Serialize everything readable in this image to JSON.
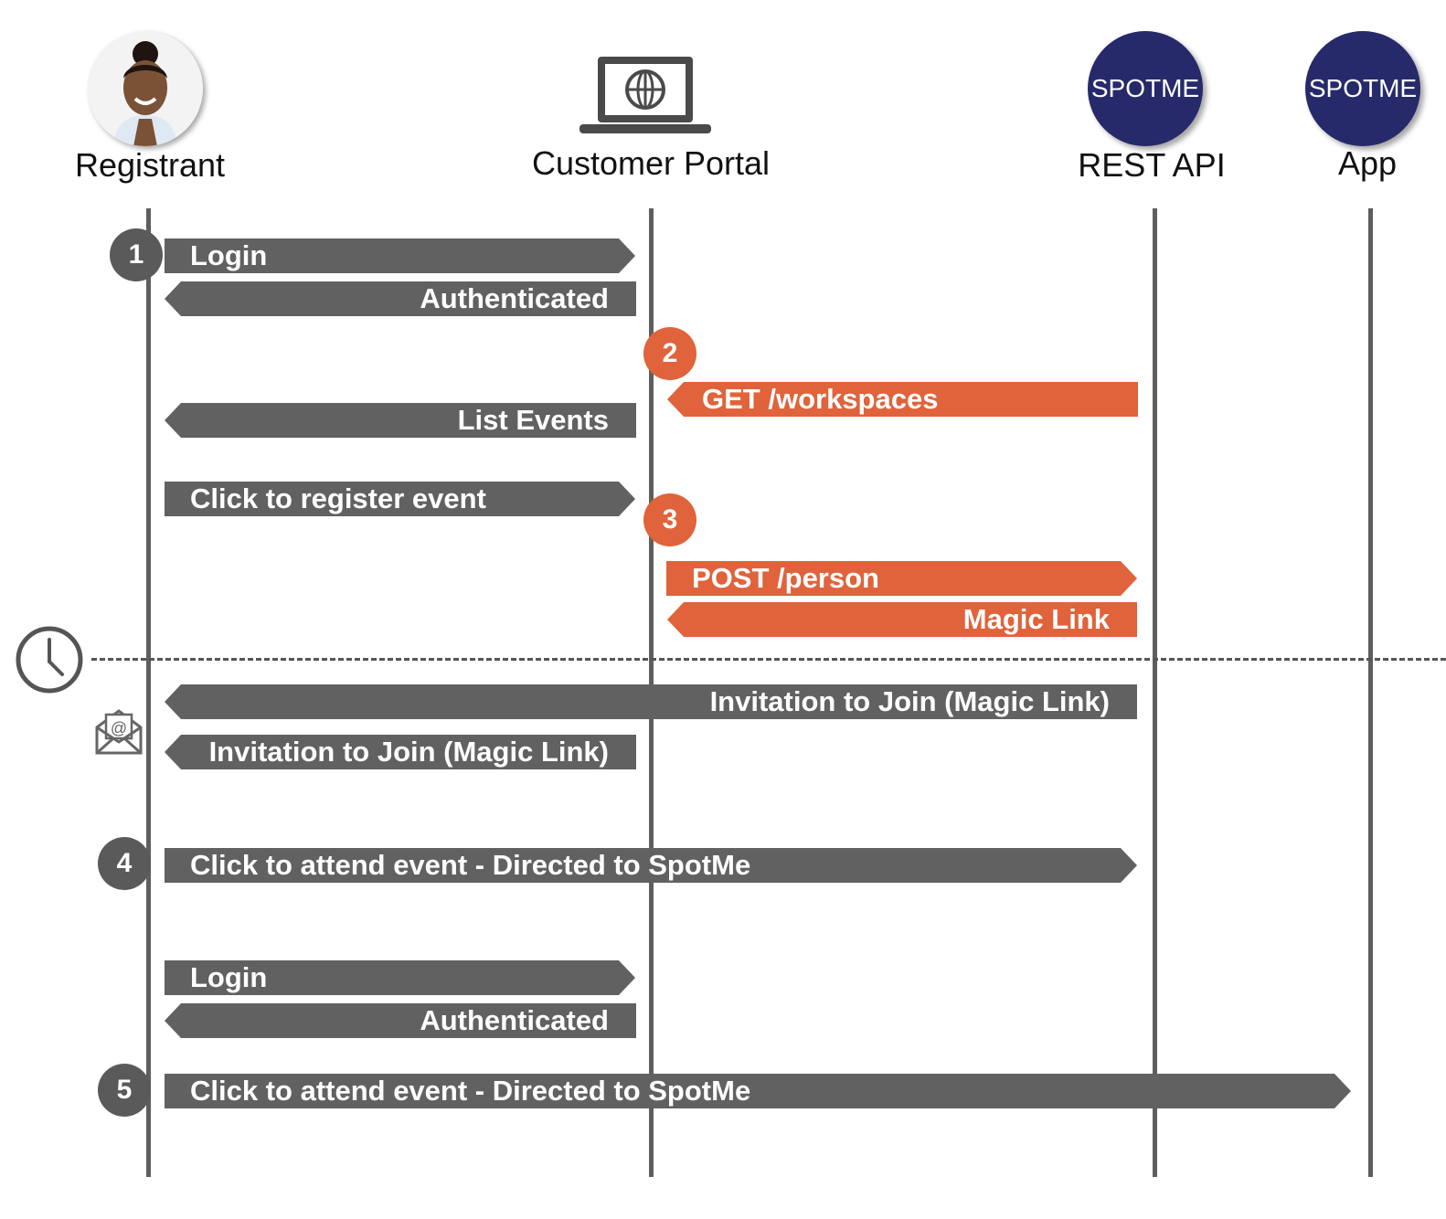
{
  "actors": {
    "registrant": "Registrant",
    "portal": "Customer Portal",
    "rest_api": "REST API",
    "app": "App",
    "spotme_logo_1": "SPOTME",
    "spotme_logo_2": "SPOTME"
  },
  "steps": {
    "s1": "1",
    "s2": "2",
    "s3": "3",
    "s4": "4",
    "s5": "5"
  },
  "messages": {
    "login_1": "Login",
    "authenticated_1": "Authenticated",
    "get_workspaces": "GET /workspaces",
    "list_events": "List Events",
    "click_register": "Click to register event",
    "post_person": "POST /person",
    "magic_link": "Magic Link",
    "invitation_api": "Invitation to Join (Magic Link)",
    "invitation_portal": "Invitation to Join (Magic Link)",
    "click_attend_api": "Click to attend event - Directed to SpotMe",
    "login_2": "Login",
    "authenticated_2": "Authenticated",
    "click_attend_app": "Click to attend event - Directed to SpotMe"
  },
  "colors": {
    "dark_arrow": "#616161",
    "orange_arrow": "#e0633b",
    "spotme_navy": "#262a6a"
  },
  "icons": [
    "avatar-photo",
    "laptop-globe-icon",
    "clock-icon",
    "email-icon"
  ]
}
